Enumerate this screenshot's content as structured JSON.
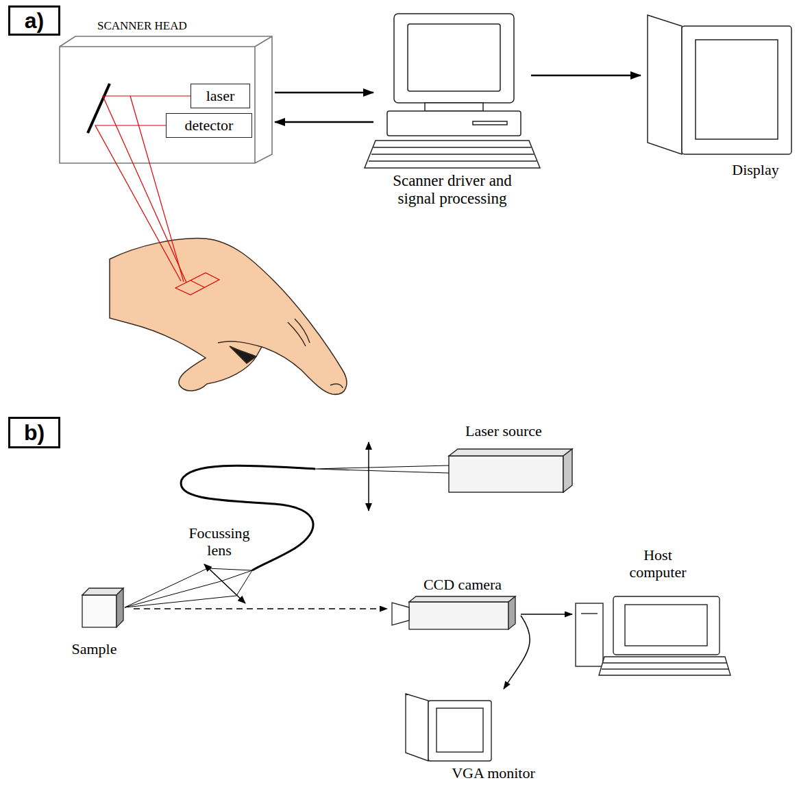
{
  "diagram": {
    "nodes": [
      {
        "text": [
          "a)"
        ]
      },
      {
        "text": [
          "SCANNER HEAD"
        ]
      },
      {
        "text": [
          "laser"
        ],
        "in": 1
      },
      {
        "text": [
          "detector"
        ],
        "in": 1
      },
      {
        "text": [
          "Scanner driver and signal processing"
        ]
      },
      {
        "text": [
          "Display"
        ]
      },
      {
        "text": [
          "b)"
        ]
      },
      {
        "text": [
          "Laser source"
        ]
      },
      {
        "text": [
          "Sample"
        ]
      },
      {
        "text": [
          "CCD camera"
        ]
      },
      {
        "text": [
          "Host computer"
        ]
      },
      {
        "text": [
          "VGA monitor"
        ]
      }
    ],
    "edges": [
      {
        "from": 1,
        "to": 4,
        "arrow": "to"
      },
      {
        "from": 4,
        "to": 1,
        "arrow": "to"
      },
      {
        "from": 4,
        "to": 5,
        "arrow": "to"
      },
      {
        "from": 8,
        "to": 9,
        "arrow": "to"
      },
      {
        "from": 9,
        "to": 10,
        "arrow": "to"
      },
      {
        "from": 9,
        "to": 11,
        "arrow": "to"
      }
    ],
    "labels": [
      "Focussing lens"
    ]
  }
}
